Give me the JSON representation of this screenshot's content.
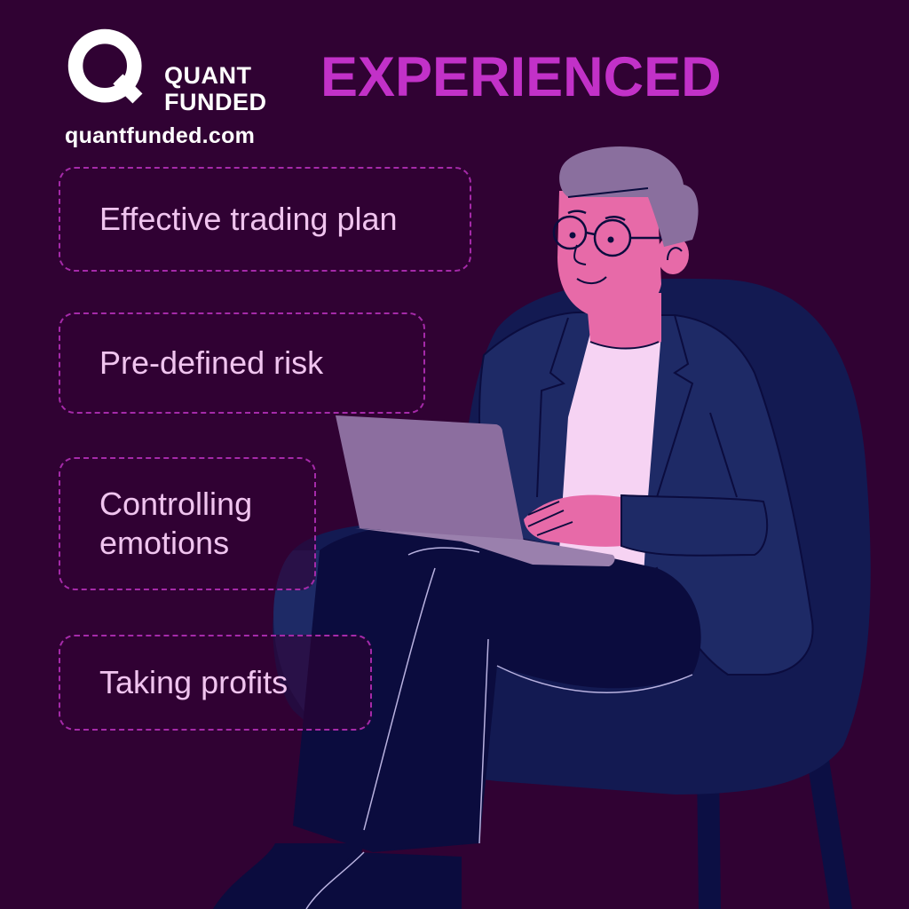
{
  "brand": {
    "logo_line1": "QUANT",
    "logo_line2": "FUNDED",
    "url": "quantfunded.com",
    "logo_icon": "q-letter-icon"
  },
  "headline": "EXPERIENCED",
  "traits": [
    {
      "label": "Effective trading plan"
    },
    {
      "label": "Pre-defined risk"
    },
    {
      "label": "Controlling\nemotions"
    },
    {
      "label": "Taking profits"
    }
  ],
  "illustration": {
    "subject": "man-with-glasses-typing-on-laptop-in-armchair"
  },
  "colors": {
    "background": "#300233",
    "accent": "#c231c8",
    "card_border": "#a52aa9",
    "card_text": "#f0c4ef",
    "skin": "#e76aa8",
    "hair": "#8a6f9e",
    "jacket": "#1e2a66",
    "chair": "#131a52",
    "pants": "#0b0c3e",
    "shirt": "#f6d3f3",
    "laptop": "#8c6e9f"
  }
}
